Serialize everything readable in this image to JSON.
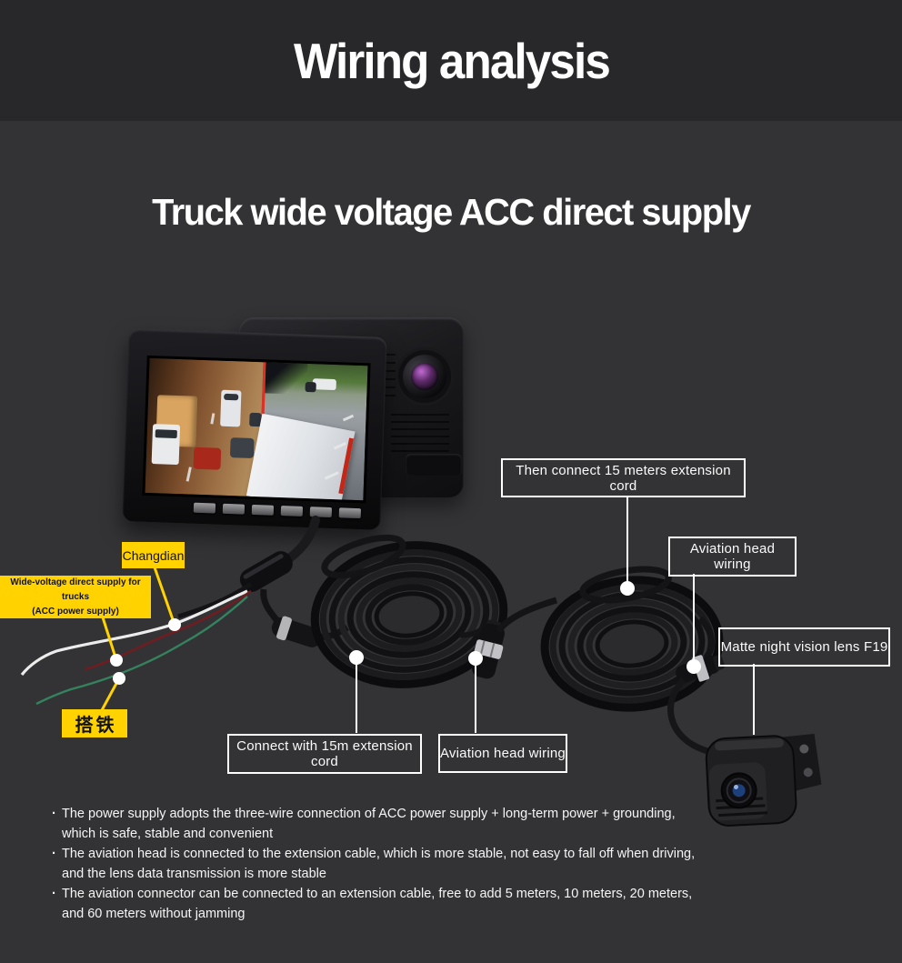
{
  "banner": {
    "title": "Wiring analysis"
  },
  "section": {
    "title": "Truck wide voltage ACC direct supply"
  },
  "callouts": {
    "then_connect": {
      "label": "Then connect 15 meters extension cord"
    },
    "aviation_top": {
      "label": "Aviation head wiring"
    },
    "matte_lens": {
      "label": "Matte night vision lens F19"
    },
    "connect_15m": {
      "label": "Connect with 15m extension cord"
    },
    "aviation_bottom": {
      "label": "Aviation head wiring"
    },
    "changdian": {
      "label": "Changdian"
    },
    "wide_voltage": {
      "line1": "Wide-voltage direct supply for trucks",
      "line2": "(ACC power supply)"
    },
    "ground": {
      "label": "搭铁"
    }
  },
  "bullets": [
    {
      "line1": "The power supply adopts the three-wire connection of ACC power supply + long-term power + grounding,",
      "line2": "which is safe, stable and convenient"
    },
    {
      "line1": "The aviation head is connected to the extension cable, which is more stable, not easy to fall off when driving,",
      "line2": "and the lens data transmission is more stable"
    },
    {
      "line1": "The aviation connector can be connected to an extension cable, free to add 5 meters, 10 meters, 20 meters,",
      "line2": "and 60 meters without jamming"
    }
  ],
  "colors": {
    "accent_yellow": "#ffd200",
    "banner_bg": "#28282a",
    "main_bg": "#333336",
    "callout_border": "#ffffff",
    "wire_white": "#ececec",
    "wire_red": "#6f1d20",
    "wire_green": "#35825f",
    "screen_divider_red": "#e03026"
  }
}
